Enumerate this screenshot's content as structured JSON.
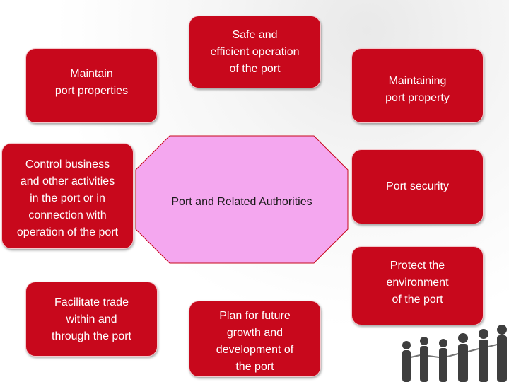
{
  "slide": {
    "center": {
      "label": "Port and Related Authorities",
      "fill": "#f4a7ef",
      "stroke": "#c8081c"
    },
    "box_color": "#c8081c",
    "boxes": {
      "maintain_props": [
        "Maintain",
        "port properties"
      ],
      "safe_operation": [
        "Safe and",
        "efficient operation",
        "of the port"
      ],
      "maintain_prop": [
        "Maintaining",
        "port property"
      ],
      "control_business": [
        "Control business",
        "and other activities",
        "in the port or in",
        "connection with",
        "operation of the port"
      ],
      "port_security": [
        "Port security"
      ],
      "facilitate_trade": [
        "Facilitate trade",
        "within and",
        "through the port"
      ],
      "plan_future": [
        "Plan for future",
        "growth and",
        "development of",
        "the port"
      ],
      "protect_env": [
        "Protect the",
        "environment",
        "of the port"
      ]
    }
  }
}
